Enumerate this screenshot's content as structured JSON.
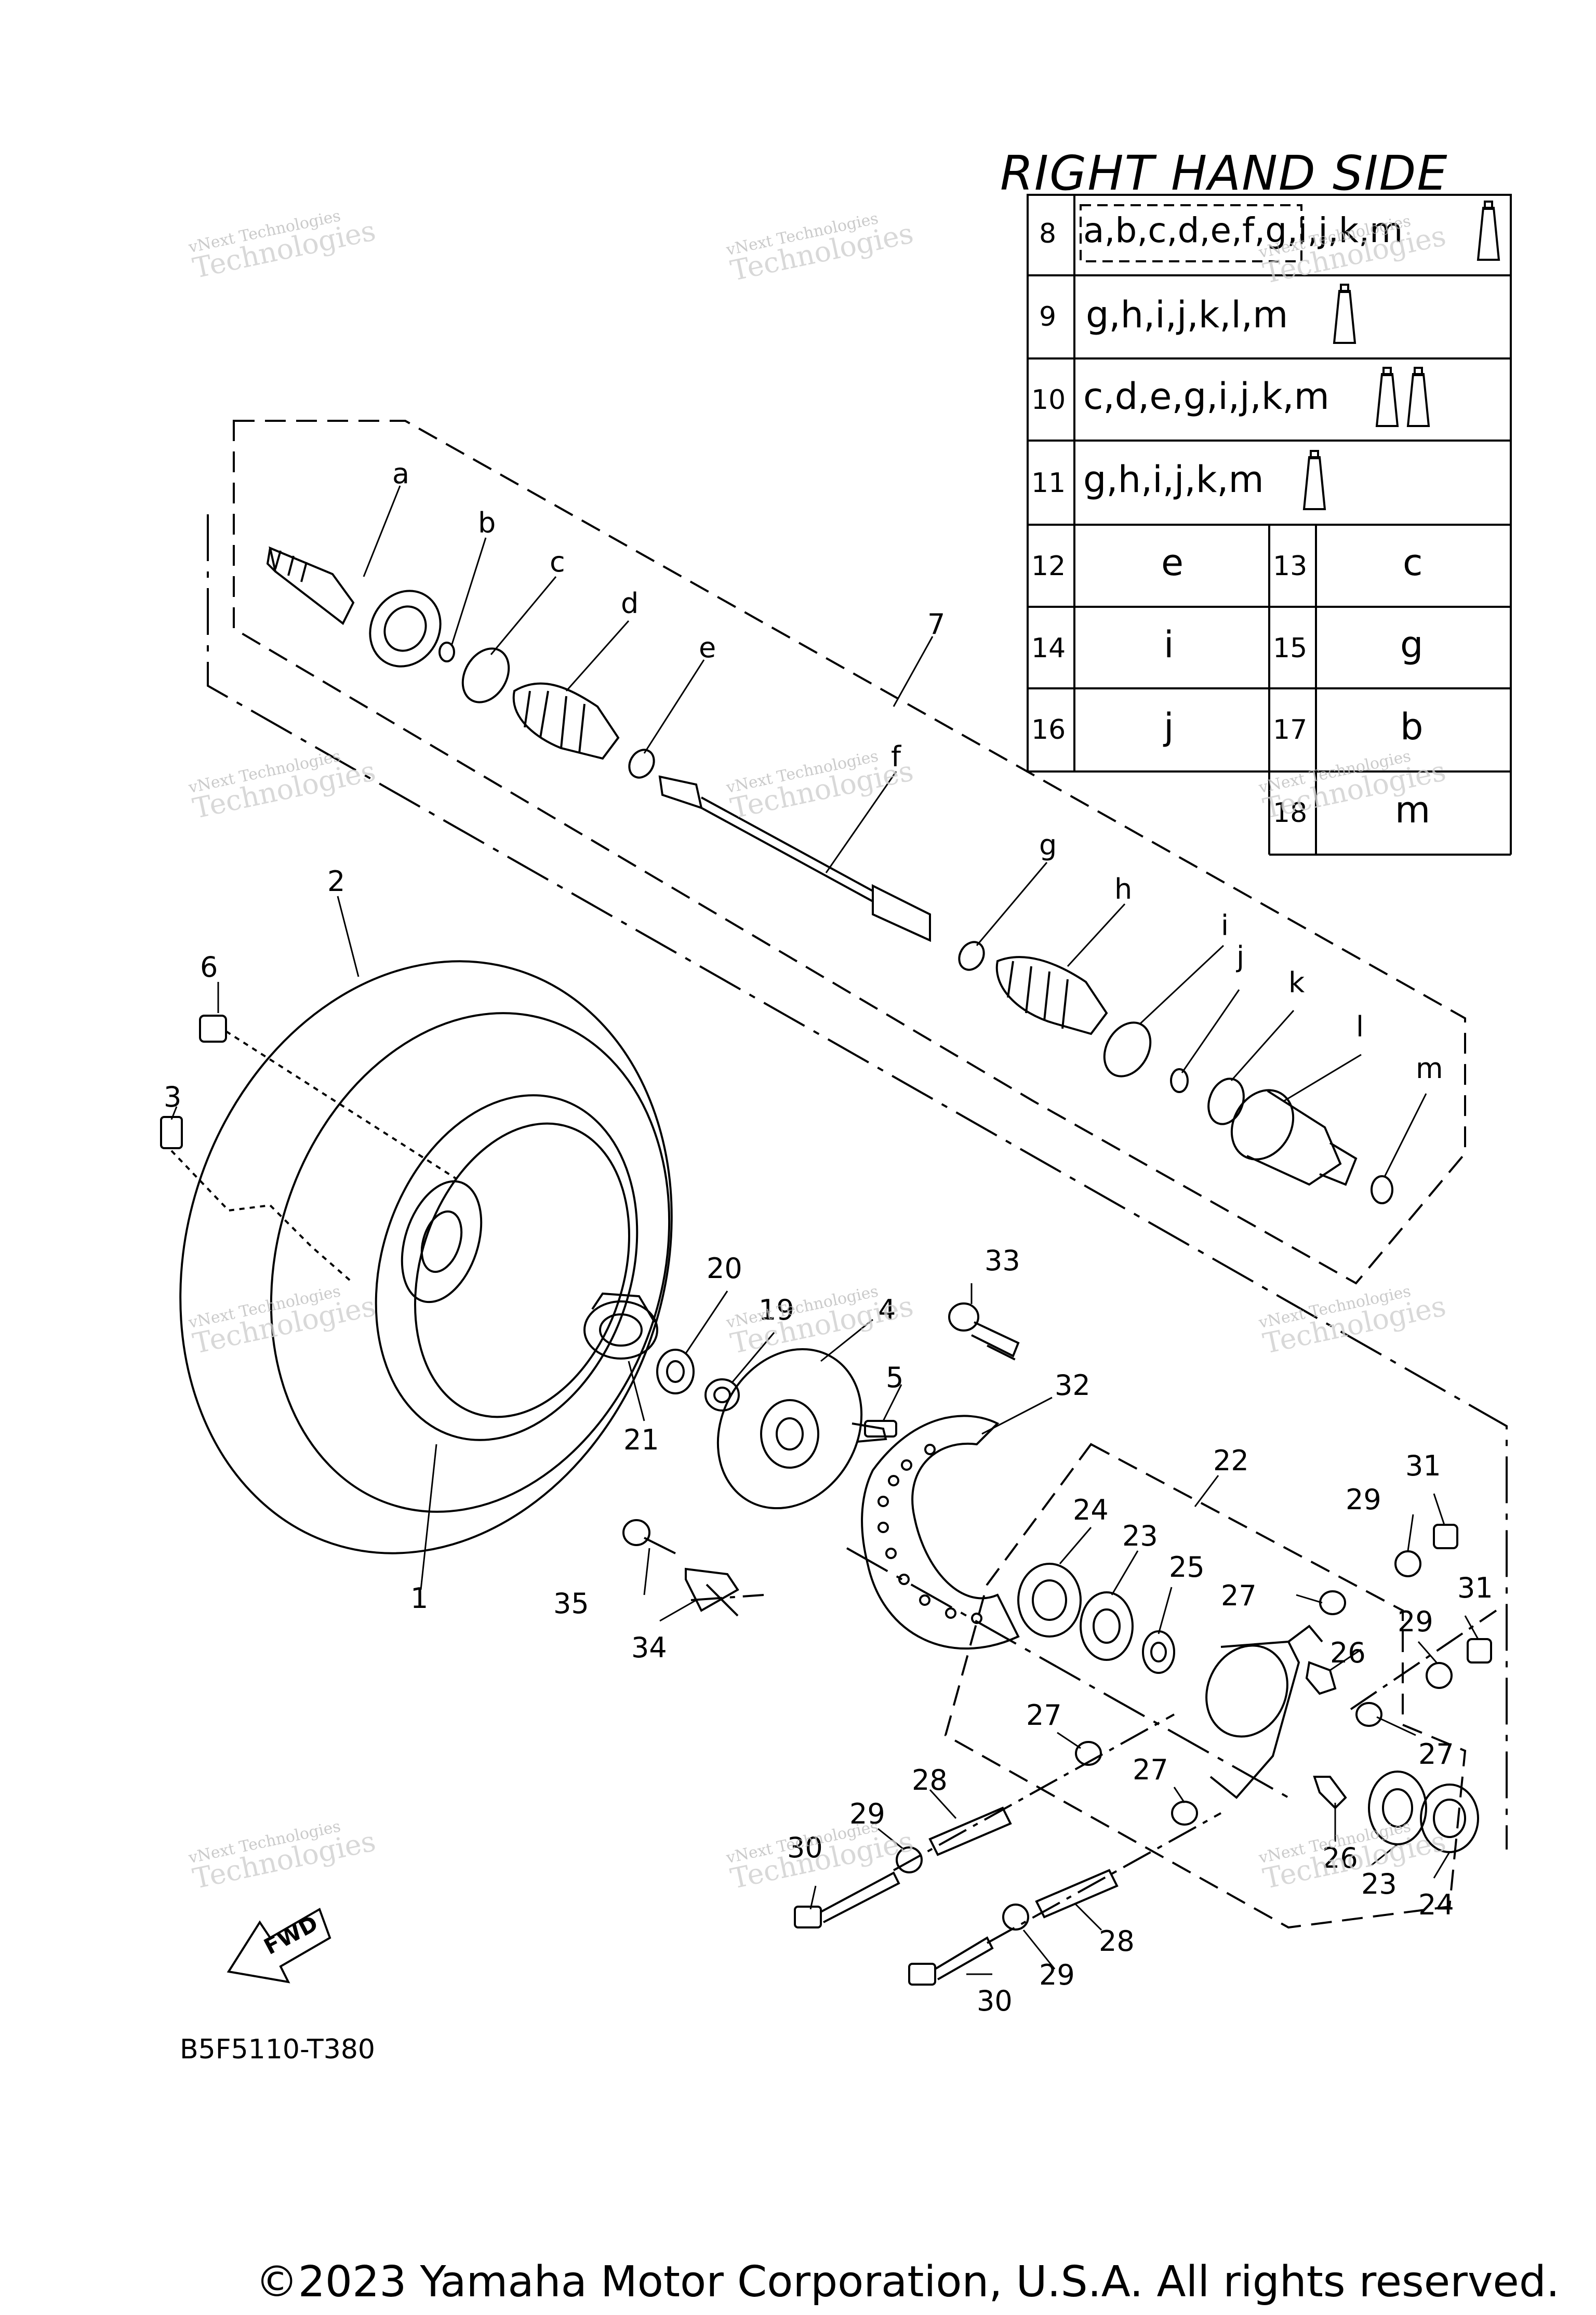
{
  "title": "RIGHT HAND SIDE",
  "diagram_code": "B5F5110-T380",
  "copyright": "©2023 Yamaha Motor Corporation, U.S.A. All rights reserved.",
  "watermark": {
    "line1": "vNext Technologies",
    "line2": "Technologies"
  },
  "fwd_label": "FWD",
  "kit_table": {
    "rows": [
      {
        "num": "8",
        "parts": "a,b,c,d,e,f,g,i,j,k,m"
      },
      {
        "num": "9",
        "parts": "g,h,i,j,k,l,m"
      },
      {
        "num": "10",
        "parts": "c,d,e,g,i,j,k,m"
      },
      {
        "num": "11",
        "parts": "g,h,i,j,k,m"
      }
    ],
    "pairs": [
      {
        "left_num": "12",
        "left_val": "e",
        "right_num": "13",
        "right_val": "c"
      },
      {
        "left_num": "14",
        "left_val": "i",
        "right_num": "15",
        "right_val": "g"
      },
      {
        "left_num": "16",
        "left_val": "j",
        "right_num": "17",
        "right_val": "b"
      }
    ],
    "last": {
      "num": "18",
      "val": "m"
    }
  },
  "callouts": {
    "a": "a",
    "b": "b",
    "c": "c",
    "d": "d",
    "e": "e",
    "f": "f",
    "g": "g",
    "h": "h",
    "i": "i",
    "j": "j",
    "k": "k",
    "l": "l",
    "m": "m",
    "n1": "1",
    "n2": "2",
    "n3": "3",
    "n4": "4",
    "n5": "5",
    "n6": "6",
    "n7": "7",
    "n19": "19",
    "n20": "20",
    "n21": "21",
    "n22": "22",
    "n23a": "23",
    "n23b": "23",
    "n24a": "24",
    "n24b": "24",
    "n25": "25",
    "n26a": "26",
    "n26b": "26",
    "n27a": "27",
    "n27b": "27",
    "n27c": "27",
    "n27d": "27",
    "n28a": "28",
    "n28b": "28",
    "n29a": "29",
    "n29b": "29",
    "n29c": "29",
    "n29d": "29",
    "n30a": "30",
    "n30b": "30",
    "n31a": "31",
    "n31b": "31",
    "n32": "32",
    "n33": "33",
    "n34": "34",
    "n35": "35"
  }
}
